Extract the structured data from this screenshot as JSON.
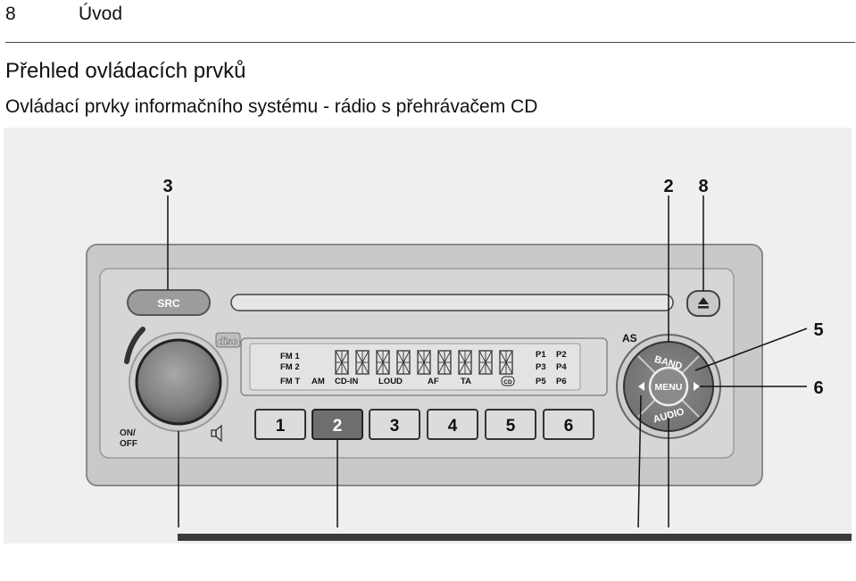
{
  "header": {
    "page_number": "8",
    "section_title": "Úvod"
  },
  "heading": "Přehled ovládacích prvků",
  "subheading": "Ovládací prvky informačního systému - rádio s přehrávačem CD",
  "figure": {
    "callouts": [
      "3",
      "2",
      "8",
      "5",
      "6"
    ],
    "buttons": {
      "src": "SRC",
      "band": "BAND",
      "menu": "MENU",
      "audio": "AUDIO",
      "as": "AS",
      "presets": [
        "1",
        "2",
        "3",
        "4",
        "5",
        "6"
      ]
    },
    "labels": {
      "on_off_line1": "ON/",
      "on_off_line2": "OFF",
      "disc_logo": "disc"
    },
    "display": {
      "fm1": "FM 1",
      "fm2": "FM 2",
      "fmt": "FM T",
      "am": "AM",
      "cd_in": "CD-IN",
      "loud": "LOUD",
      "af": "AF",
      "ta": "TA",
      "cd_logo": "CD",
      "p1": "P1",
      "p2": "P2",
      "p3": "P3",
      "p4": "P4",
      "p5": "P5",
      "p6": "P6"
    }
  }
}
